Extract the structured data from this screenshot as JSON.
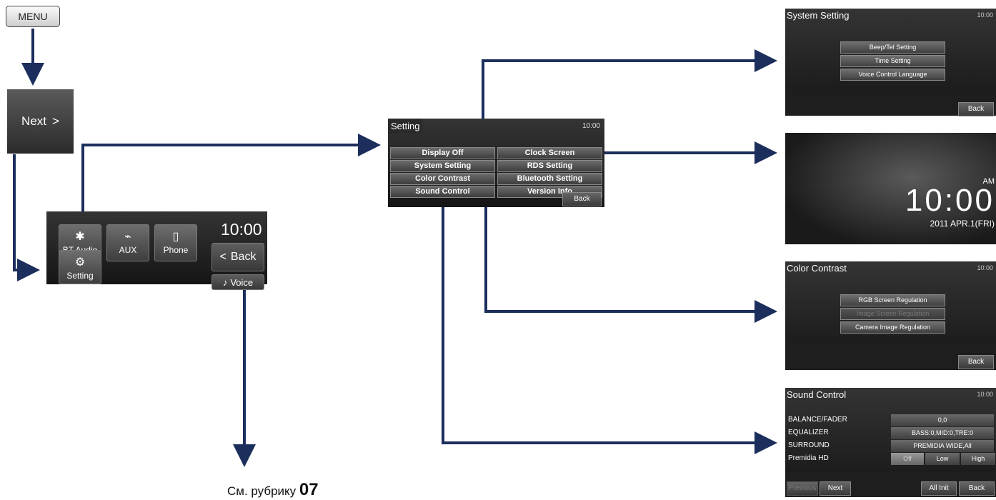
{
  "menu_label": "MENU",
  "next_panel": {
    "label": "Next",
    "chevron": ">"
  },
  "home": {
    "tiles": [
      {
        "label": "BT Audio",
        "icon": "bluetooth-icon",
        "glyph": "✱"
      },
      {
        "label": "AUX",
        "icon": "aux-cable-icon",
        "glyph": "⌁"
      },
      {
        "label": "Phone",
        "icon": "phone-icon",
        "glyph": "▯"
      },
      {
        "label": "Setting",
        "icon": "gear-icon",
        "glyph": "⚙"
      }
    ],
    "clock": "10:00",
    "back_label": "Back",
    "back_chevron": "<",
    "voice_label": "Voice",
    "voice_glyph": "♪"
  },
  "rubric": {
    "text": "См. рубрику",
    "number": "07"
  },
  "setting": {
    "title": "Setting",
    "time": "10:00",
    "buttons": [
      [
        "Display Off",
        "Clock Screen"
      ],
      [
        "System Setting",
        "RDS Setting"
      ],
      [
        "Color Contrast",
        "Bluetooth Setting"
      ],
      [
        "Sound Control",
        "Version Info"
      ]
    ],
    "back_label": "Back"
  },
  "system_setting": {
    "title": "System Setting",
    "time": "10:00",
    "items": [
      "Beep/Tel Setting",
      "Time Setting",
      "Voice Control Language"
    ],
    "back_label": "Back"
  },
  "clock_screen": {
    "ampm": "AM",
    "time": "10:00",
    "date": "2011 APR.1(FRI)"
  },
  "color_contrast": {
    "title": "Color Contrast",
    "time": "10:00",
    "items": [
      "RGB Screen Regulation",
      "Image Screen Regulation",
      "Camera Image Regulation"
    ],
    "back_label": "Back"
  },
  "sound_control": {
    "title": "Sound Control",
    "time": "10:00",
    "rows": [
      {
        "label": "BALANCE/FADER",
        "value": "0,0"
      },
      {
        "label": "EQUALIZER",
        "value": "BASS:0,MID:0,TRE:0"
      },
      {
        "label": "SURROUND",
        "value": "PREMIDIA WIDE,All"
      }
    ],
    "premidia": {
      "label": "Premidia HD",
      "options": [
        "Off",
        "Low",
        "High"
      ],
      "selected": "Off"
    },
    "bottom": {
      "previous": "Previous",
      "next": "Next",
      "all_init": "All Init",
      "back": "Back"
    }
  },
  "colors": {
    "arrow": "#1c2e5c",
    "screen_bg": "#1a1a1a"
  }
}
